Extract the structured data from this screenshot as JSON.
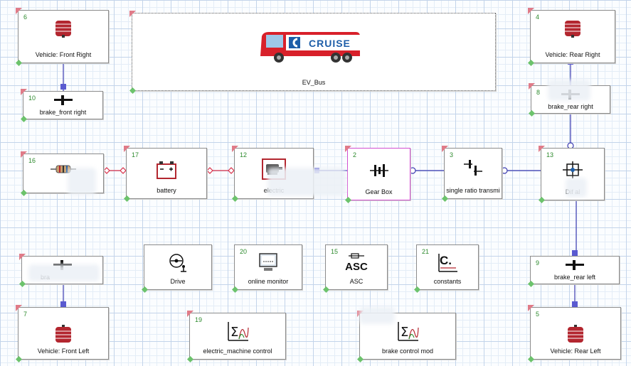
{
  "colors": {
    "mech_wire": "#3b3bb0",
    "elec_wire": "#d9314a",
    "selection": "#d24fd0",
    "block_number": "#2d8a2d"
  },
  "blocks": {
    "front_right": {
      "num": "6",
      "label": "Vehicle: Front Right",
      "icon": "wheel-icon"
    },
    "brake_front_right": {
      "num": "10",
      "label": "brake_front right",
      "icon": "brake-icon"
    },
    "ev_bus": {
      "label": "EV_Bus",
      "logo_text": "CRUISE",
      "icon": "bus-image"
    },
    "rear_right": {
      "num": "4",
      "label": "Vehicle: Rear Right",
      "icon": "wheel-icon"
    },
    "brake_rear_right": {
      "num": "8",
      "label": "brake_rear right",
      "icon": "brake-icon"
    },
    "resistor": {
      "num": "16",
      "label": "",
      "icon": "resistor-icon"
    },
    "battery": {
      "num": "17",
      "label": "battery",
      "icon": "battery-icon"
    },
    "electric_machine": {
      "num": "12",
      "label": "electric",
      "icon": "electric-machine-icon"
    },
    "gear_box": {
      "num": "2",
      "label": "Gear Box",
      "icon": "gearbox-icon"
    },
    "single_ratio": {
      "num": "3",
      "label": "single ratio transmi",
      "icon": "transmission-icon"
    },
    "differential": {
      "num": "13",
      "label": "Dif          al",
      "icon": "differential-icon"
    },
    "brake_front_left": {
      "num": "",
      "label": "bra",
      "icon": "brake-icon"
    },
    "drive": {
      "num": "",
      "label": "Drive",
      "icon": "driver-icon"
    },
    "online_monitor": {
      "num": "20",
      "label": "online monitor",
      "icon": "monitor-icon"
    },
    "asc": {
      "num": "15",
      "label": "ASC",
      "icon_text": "ASC",
      "icon": "asc-icon"
    },
    "constants": {
      "num": "21",
      "label": "constants",
      "icon_text": "C.",
      "icon": "constants-icon"
    },
    "brake_rear_left": {
      "num": "9",
      "label": "brake_rear left",
      "icon": "brake-icon"
    },
    "front_left": {
      "num": "7",
      "label": "Vehicle: Front Left",
      "icon": "wheel-icon"
    },
    "em_control": {
      "num": "19",
      "label": "electric_machine control",
      "icon": "function-icon"
    },
    "brake_control": {
      "num": "",
      "label": "brake control mod",
      "icon": "function-icon"
    },
    "rear_left": {
      "num": "5",
      "label": "Vehicle: Rear Left",
      "icon": "wheel-icon"
    }
  }
}
